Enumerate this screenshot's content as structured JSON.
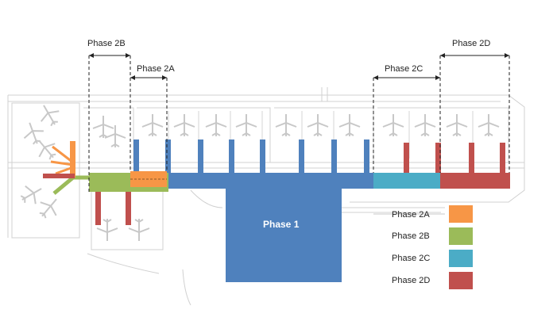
{
  "diagram": {
    "bracket_labels": {
      "phase_2a": "Phase 2A",
      "phase_2b": "Phase 2B",
      "phase_2c": "Phase 2C",
      "phase_2d": "Phase 2D"
    },
    "main_block_label": "Phase 1",
    "legend": [
      {
        "label": "Phase 2A",
        "color": "#f79646"
      },
      {
        "label": "Phase 2B",
        "color": "#9bbb59"
      },
      {
        "label": "Phase 2C",
        "color": "#4bacc6"
      },
      {
        "label": "Phase 2D",
        "color": "#c0504d"
      }
    ],
    "colors": {
      "phase_1": "#4f81bd",
      "phase_2a": "#f79646",
      "phase_2b": "#9bbb59",
      "phase_2c": "#4bacc6",
      "phase_2d": "#c0504d",
      "background_lines": "#d0d0d0",
      "aircraft": "#c8c8c8"
    }
  }
}
